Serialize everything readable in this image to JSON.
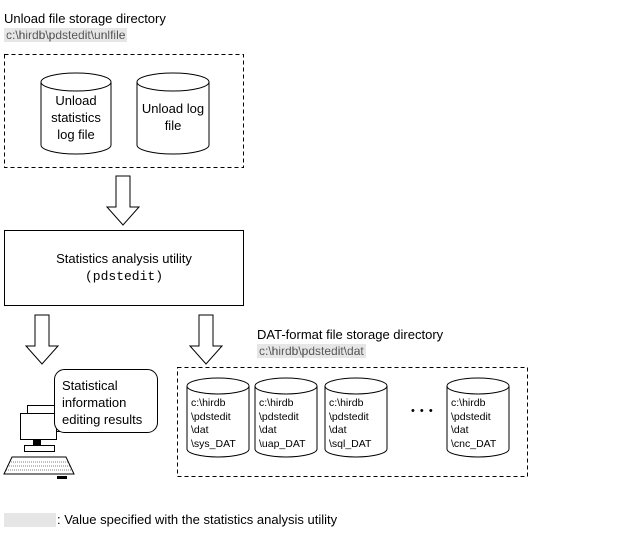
{
  "unload": {
    "title": "Unload file storage directory",
    "path": "c:\\hirdb\\pdstedit\\unlfile",
    "cyl1": "Unload statistics log file",
    "cyl2": "Unload log file"
  },
  "utility": {
    "line1": "Statistics analysis utility",
    "line2": "(pdstedit)"
  },
  "results": {
    "label": "Statistical information editing results"
  },
  "dat": {
    "title": "DAT-format file storage directory",
    "path": "c:\\hirdb\\pdstedit\\dat",
    "ellipsis": "• • •",
    "cylinders": [
      "c:\\hirdb\n\\pdstedit\n\\dat\n\\sys_DAT",
      "c:\\hirdb\n\\pdstedit\n\\dat\n\\uap_DAT",
      "c:\\hirdb\n\\pdstedit\n\\dat\n\\sql_DAT",
      "c:\\hirdb\n\\pdstedit\n\\dat\n\\cnc_DAT"
    ]
  },
  "legend": {
    "text": ": Value specified with the statistics analysis utility"
  }
}
